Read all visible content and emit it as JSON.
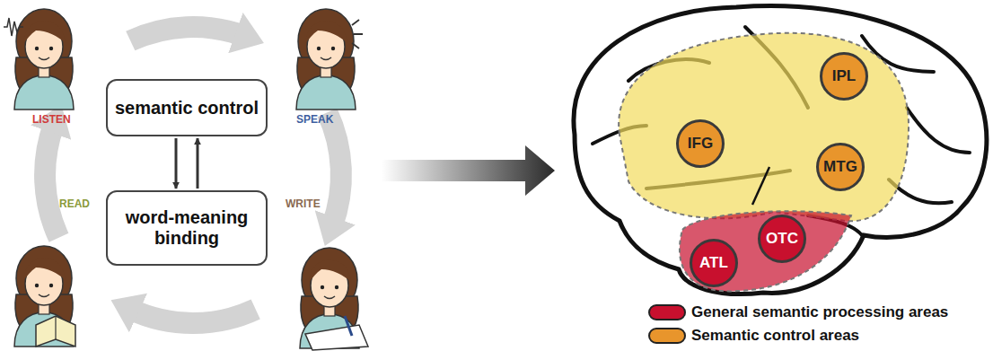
{
  "diagram": {
    "nodes": [
      {
        "text": [
          "semantic control"
        ]
      },
      {
        "text": [
          "word-meaning binding"
        ]
      },
      {
        "text": [
          "IPL"
        ]
      },
      {
        "text": [
          "IFG"
        ]
      },
      {
        "text": [
          "MTG"
        ]
      },
      {
        "text": [
          "OTC"
        ]
      },
      {
        "text": [
          "ATL"
        ]
      }
    ],
    "edges": [
      {
        "from": 0,
        "to": 1,
        "arrow": "to"
      },
      {
        "from": 1,
        "to": 0,
        "arrow": "to"
      }
    ],
    "labels": [
      "LISTEN",
      "SPEAK",
      "READ",
      "WRITE"
    ],
    "legend": [
      {
        "text": "General semantic processing areas",
        "color": "#c8102e"
      },
      {
        "text": "Semantic control areas",
        "color": "#e8952c"
      }
    ]
  }
}
